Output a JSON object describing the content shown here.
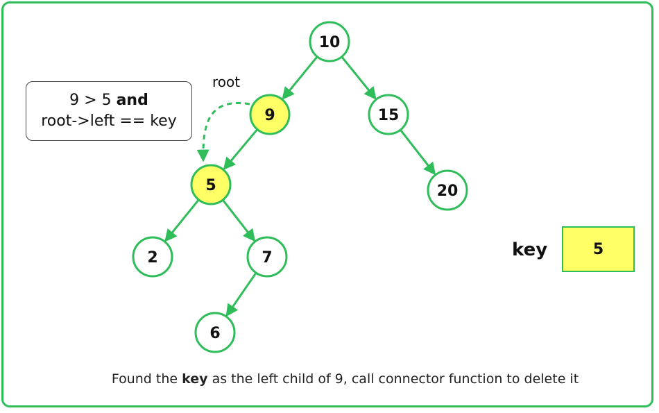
{
  "nodes": [
    {
      "id": "n10",
      "label": "10",
      "highlight": false
    },
    {
      "id": "n9",
      "label": "9",
      "highlight": true
    },
    {
      "id": "n15",
      "label": "15",
      "highlight": false
    },
    {
      "id": "n5",
      "label": "5",
      "highlight": true
    },
    {
      "id": "n20",
      "label": "20",
      "highlight": false
    },
    {
      "id": "n2",
      "label": "2",
      "highlight": false
    },
    {
      "id": "n7",
      "label": "7",
      "highlight": false
    },
    {
      "id": "n6",
      "label": "6",
      "highlight": false
    }
  ],
  "edges": [
    [
      "n10",
      "n9"
    ],
    [
      "n10",
      "n15"
    ],
    [
      "n9",
      "n5"
    ],
    [
      "n15",
      "n20"
    ],
    [
      "n5",
      "n2"
    ],
    [
      "n5",
      "n7"
    ],
    [
      "n7",
      "n6"
    ]
  ],
  "root_label": "root",
  "condition": {
    "line1_prefix": "9 > 5 ",
    "line1_bold": "and",
    "line2": "root->left == key"
  },
  "key": {
    "label": "key",
    "value": "5"
  },
  "caption": {
    "prefix": "Found the ",
    "bold": "key",
    "suffix": " as the left child of 9, call connector function to delete it"
  },
  "colors": {
    "edge": "#2ebd59",
    "node_border": "#2ebd59",
    "highlight_fill": "#ffff66",
    "frame": "#2ebd59"
  }
}
